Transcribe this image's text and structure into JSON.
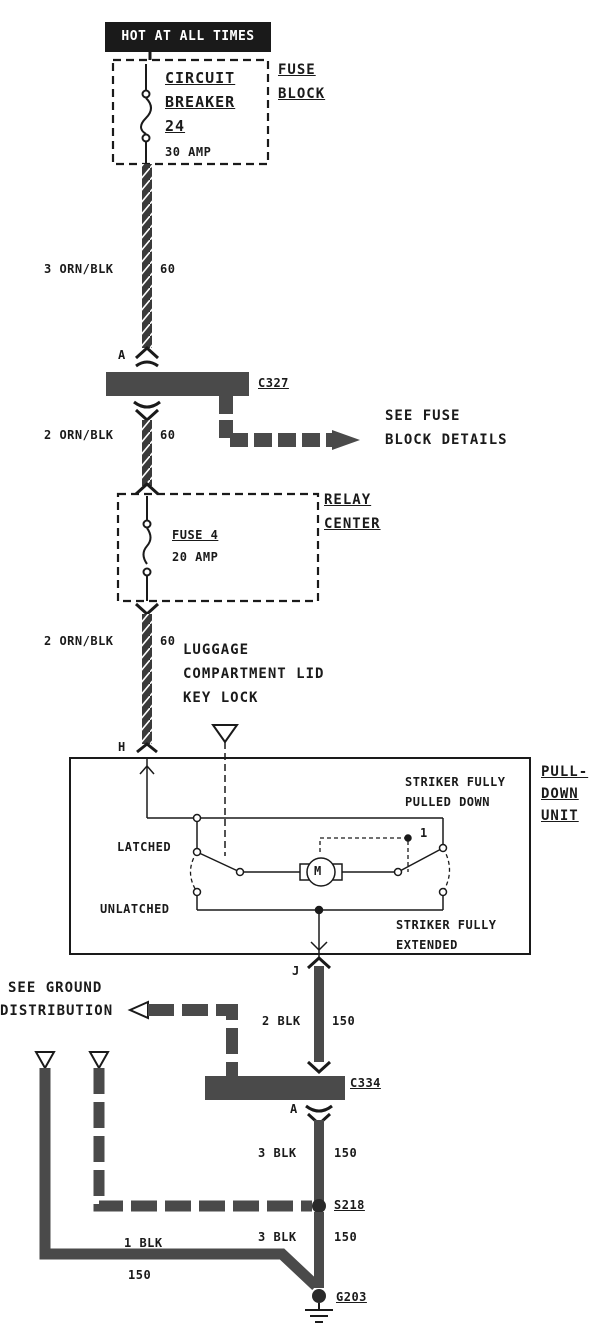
{
  "supply": {
    "label": "HOT AT ALL TIMES"
  },
  "fuse_block": {
    "title_line1": "FUSE",
    "title_line2": "BLOCK",
    "breaker_line1": "CIRCUIT",
    "breaker_line2": "BREAKER",
    "breaker_line3": "24",
    "rating": "30 AMP"
  },
  "wires": {
    "w1_gauge": "3 ORN/BLK",
    "w1_circuit": "60",
    "w2_gauge": "2 ORN/BLK",
    "w2_circuit": "60",
    "w3_gauge": "2 ORN/BLK",
    "w3_circuit": "60",
    "w4_gauge": "2 BLK",
    "w4_circuit": "150",
    "w5_gauge": "3 BLK",
    "w5_circuit": "150",
    "w6_gauge": "3 BLK",
    "w6_circuit": "150",
    "w7_gauge": "1 BLK",
    "w7_circuit": "150"
  },
  "connectors": {
    "c327": "C327",
    "c327_pin": "A",
    "relay_in_pin": "H",
    "pulldown_out_pin": "J",
    "c334": "C334",
    "c334_pin": "A",
    "splice": "S218",
    "ground": "G203"
  },
  "fuse_block_details": {
    "line1": "SEE FUSE",
    "line2": "BLOCK DETAILS"
  },
  "relay_center": {
    "title_line1": "RELAY",
    "title_line2": "CENTER",
    "fuse_name": "FUSE 4",
    "fuse_rating": "20 AMP"
  },
  "key_lock": {
    "line1": "LUGGAGE",
    "line2": "COMPARTMENT LID",
    "line3": "KEY LOCK"
  },
  "pulldown_unit": {
    "title_line1": "PULL-",
    "title_line2": "DOWN",
    "title_line3": "UNIT",
    "pulled_line1": "STRIKER FULLY",
    "pulled_line2": "PULLED DOWN",
    "extended_line1": "STRIKER FULLY",
    "extended_line2": "EXTENDED",
    "latched": "LATCHED",
    "unlatched": "UNLATCHED",
    "motor": "M",
    "switch_num": "1"
  },
  "ground_distribution": {
    "line1": "SEE GROUND",
    "line2": "DISTRIBUTION"
  }
}
